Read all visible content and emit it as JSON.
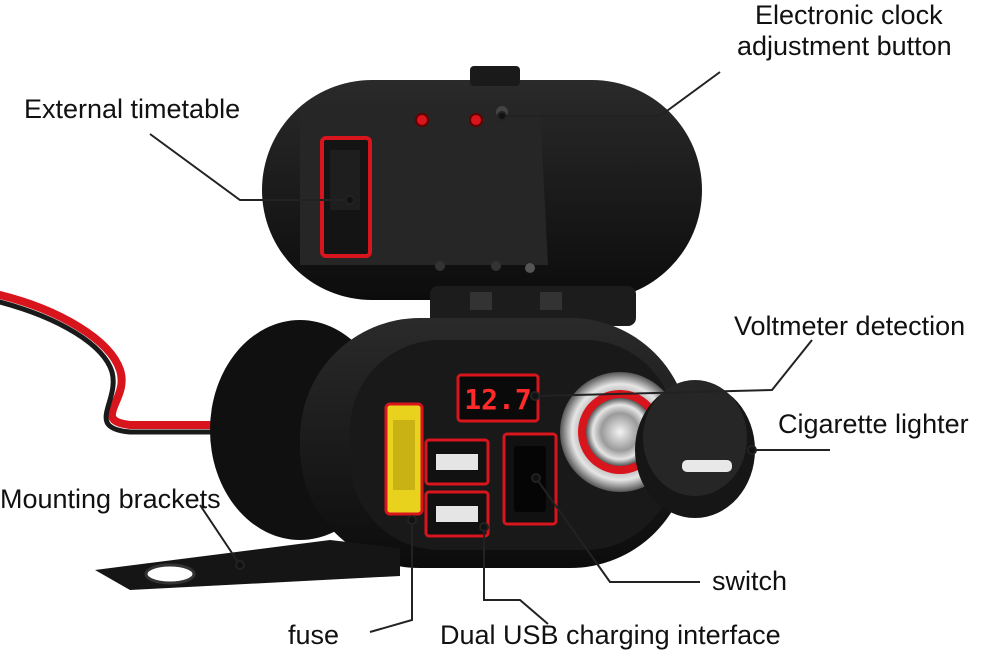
{
  "labels": {
    "electronic_clock_line1": "Electronic clock",
    "electronic_clock_line2": "adjustment button",
    "external_timetable": "External timetable",
    "voltmeter_detection": "Voltmeter detection",
    "cigarette_lighter": "Cigarette lighter",
    "mounting_brackets": "Mounting brackets",
    "switch": "switch",
    "fuse": "fuse",
    "dual_usb": "Dual USB charging interface"
  },
  "display": {
    "voltage_reading": "12.7"
  },
  "colors": {
    "body": "#161616",
    "accent_red": "#d8141c",
    "fuse_yellow": "#e8d21e",
    "led_red": "#ff2a2a",
    "background": "#ffffff"
  }
}
